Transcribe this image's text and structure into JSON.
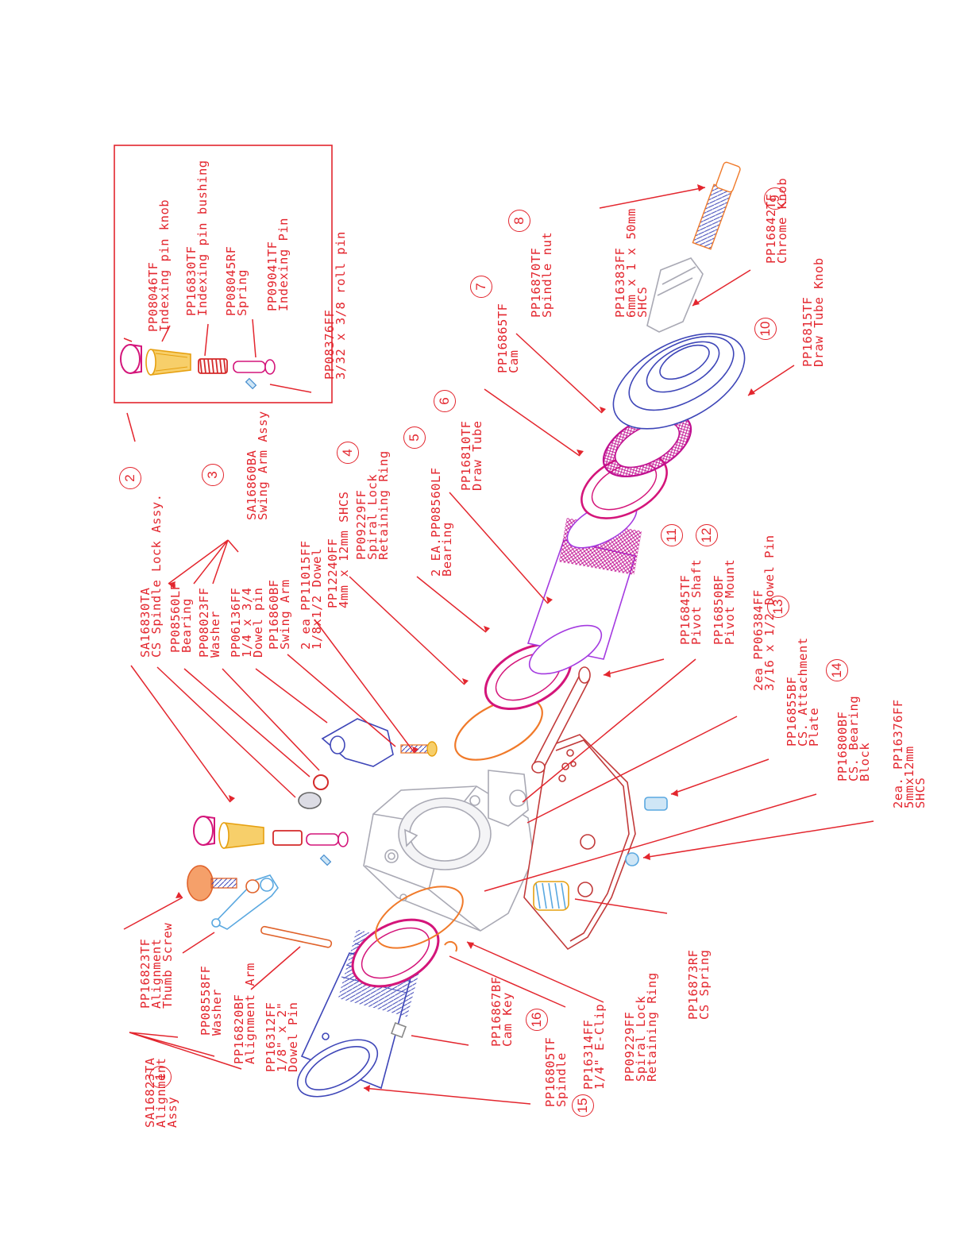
{
  "colors": {
    "callout": "#e3262e",
    "part_gray": "#a9a9b4",
    "spindle_blue": "#3e46b8",
    "ring_magenta": "#d4157a",
    "knurl_purple": "#a43ae0",
    "bushing_yellow": "#f2b01e",
    "screw_orange": "#f07a2a",
    "screw_light_blue": "#5aa8e0"
  },
  "inset_box": {
    "labels": [
      {
        "id": "idx_knob",
        "lines": [
          "PP08046TF",
          "Indexing pin knob"
        ]
      },
      {
        "id": "idx_bushing",
        "lines": [
          "PP16830TF",
          "Indexing pin bushing"
        ]
      },
      {
        "id": "idx_spring",
        "lines": [
          "PP08045RF",
          "Spring"
        ]
      },
      {
        "id": "idx_pin",
        "lines": [
          "PP09041TF",
          "Indexing Pin"
        ]
      },
      {
        "id": "roll_pin",
        "lines": [
          "PP08376FF",
          "3/32 x 3/8 roll pin"
        ]
      }
    ]
  },
  "callouts": [
    {
      "id": "c_sa16830",
      "lines": [
        "SA16830TA",
        "CS Spindle Lock Assy."
      ],
      "number": "2"
    },
    {
      "id": "c_sa16860",
      "lines": [
        "SA16860BA",
        "Swing Arm Assy"
      ],
      "number": "3"
    },
    {
      "id": "c_pp08560",
      "lines": [
        "PP08560LF",
        "Bearing"
      ]
    },
    {
      "id": "c_pp08023",
      "lines": [
        "PP08023FF",
        "Washer"
      ]
    },
    {
      "id": "c_pp06136",
      "lines": [
        "PP06136FF",
        "1/4 x 3/4",
        "Dowel pin"
      ]
    },
    {
      "id": "c_pp16860",
      "lines": [
        "PP16860BF",
        "Swing Arm"
      ]
    },
    {
      "id": "c_pp11015",
      "lines": [
        "2 ea PP11015FF",
        "1/8x1/2 Dowel"
      ]
    },
    {
      "id": "c_pp12240",
      "lines": [
        "PP12240FF",
        "4mm x 12mm SHCS"
      ]
    },
    {
      "id": "c_pp09229a",
      "lines": [
        "PP09229FF",
        "Spiral Lock",
        "Retaining Ring"
      ],
      "number": "4"
    },
    {
      "id": "c_bearing2",
      "lines": [
        "2 EA.PP08560LF",
        "Bearing"
      ],
      "number": "5"
    },
    {
      "id": "c_drawtube",
      "lines": [
        "PP16810TF",
        "Draw Tube"
      ],
      "number": "6"
    },
    {
      "id": "c_cam",
      "lines": [
        "PP16865TF",
        "Cam"
      ],
      "number": "7"
    },
    {
      "id": "c_nut",
      "lines": [
        "PP16870TF",
        "Spindle nut"
      ],
      "number": "8"
    },
    {
      "id": "c_shcs6",
      "lines": [
        "PP16383FF",
        "6mm x 1 x 50mm",
        "SHCS"
      ]
    },
    {
      "id": "c_chrome",
      "lines": [
        "PP16842TF",
        "Chrome Knob"
      ],
      "number": "9"
    },
    {
      "id": "c_dtknob",
      "lines": [
        "PP16815TF",
        "Draw Tube Knob"
      ],
      "number": "10"
    },
    {
      "id": "c_pivotshaft",
      "lines": [
        "PP16845TF",
        "Pivot Shaft"
      ],
      "number": "11"
    },
    {
      "id": "c_pivotmount",
      "lines": [
        "PP16850BF",
        "Pivot Mount"
      ],
      "number": "12"
    },
    {
      "id": "c_dowel316",
      "lines": [
        "2ea PP06384FF",
        "3/16 x 1/2 Dowel Pin"
      ],
      "number": "13"
    },
    {
      "id": "c_attach",
      "lines": [
        "PP16855BF",
        "CS. Attachment",
        "Plate"
      ]
    },
    {
      "id": "c_block",
      "lines": [
        "PP16800BF",
        "CS. Bearing",
        "Block"
      ],
      "number": "14"
    },
    {
      "id": "c_shcs5",
      "lines": [
        "2ea. PP16376FF",
        "5mmx12mm",
        "SHCS"
      ]
    },
    {
      "id": "c_spring",
      "lines": [
        "PP16873RF",
        "CS Spring"
      ]
    },
    {
      "id": "c_pp09229b",
      "lines": [
        "PP09229FF",
        "Spiral Lock",
        "Retaining Ring"
      ]
    },
    {
      "id": "c_eclip",
      "lines": [
        "PP16314FF",
        "1/4\" E-Clip"
      ],
      "number": "15"
    },
    {
      "id": "c_spindle",
      "lines": [
        "PP16805TF",
        "Spindle"
      ]
    },
    {
      "id": "c_camkey",
      "lines": [
        "PP16867BF",
        "Cam Key"
      ],
      "number": "16"
    },
    {
      "id": "c_align",
      "lines": [
        "SA16823TA",
        "Alignment",
        "Assy"
      ],
      "number": "1"
    },
    {
      "id": "c_alarm",
      "lines": [
        "PP16820BF",
        "Alignment Arm"
      ]
    },
    {
      "id": "c_washer2",
      "lines": [
        "PP08558FF",
        "Washer"
      ]
    },
    {
      "id": "c_thumb",
      "lines": [
        "PP16823TF",
        "Alignment",
        "Thumb Screw"
      ]
    },
    {
      "id": "c_dowel18",
      "lines": [
        "PP16312FF",
        "1/8\" x 2\"",
        "Dowel Pin"
      ]
    }
  ]
}
